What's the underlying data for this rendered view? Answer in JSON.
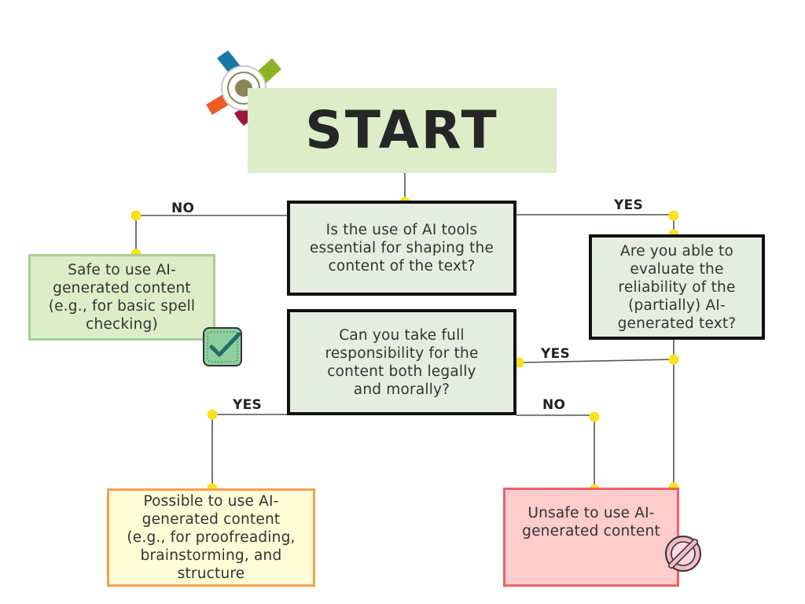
{
  "start": {
    "label": "START"
  },
  "decisions": {
    "q1": [
      "Is the use of AI tools",
      "essential for shaping the",
      "content of the text?"
    ],
    "q2": [
      "Can you take full",
      "responsibility for the",
      "content both legally",
      "and morally?"
    ],
    "q3": [
      "Are you able to",
      "evaluate the",
      "reliability of the",
      "(partially) AI-",
      "generated text?"
    ]
  },
  "outcomes": {
    "safe": [
      "Safe to use AI-",
      "generated content",
      "(e.g., for basic spell",
      "checking)"
    ],
    "possible": [
      "Possible to use AI-",
      "generated content",
      "(e.g., for proofreading,",
      "brainstorming, and",
      "structure"
    ],
    "unsafe": [
      "Unsafe to use AI-",
      "generated content"
    ]
  },
  "edge_labels": {
    "no_1": "NO",
    "yes_1": "YES",
    "yes_2": "YES",
    "yes_3": "YES",
    "no_2": "NO"
  },
  "icons": {
    "logo": "logo-icon",
    "check": "checkmark-icon",
    "prohibited": "prohibited-icon"
  },
  "colors": {
    "connector": "#555555",
    "dot": "#f9e21b",
    "start_fill": "#dcedc8",
    "decision_fill": "#e5eddf",
    "decision_border": "#111111",
    "safe_fill": "#dcedc8",
    "safe_border": "#a5d08f",
    "possible_fill": "#fffbd6",
    "possible_border": "#f7a04c",
    "unsafe_fill": "#ffcccc",
    "unsafe_border": "#ee6166"
  }
}
